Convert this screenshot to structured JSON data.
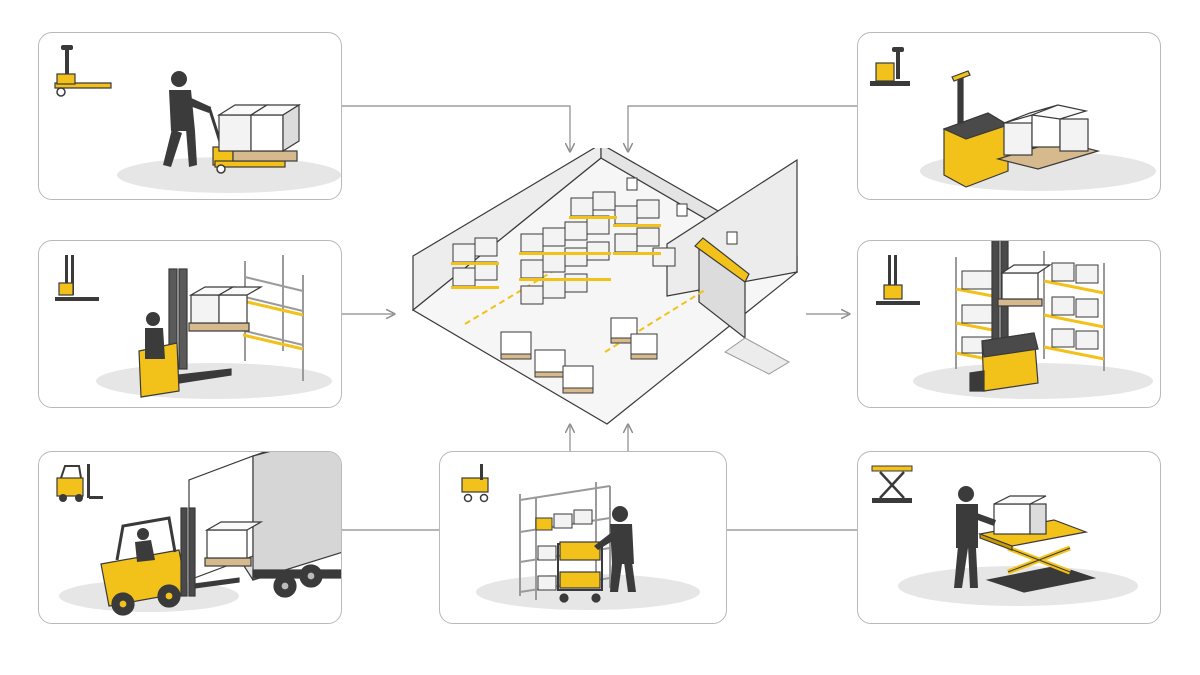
{
  "diagram": {
    "center": {
      "name": "warehouse-illustration"
    },
    "panels": [
      {
        "id": "hand-pallet-truck",
        "equipment_icon": "hand-pallet-jack-icon",
        "scene": "worker-pulling-pallet-jack"
      },
      {
        "id": "electric-pallet-truck",
        "equipment_icon": "electric-pallet-truck-icon",
        "scene": "electric-pallet-truck-with-boxes"
      },
      {
        "id": "stacker",
        "equipment_icon": "pallet-stacker-icon",
        "scene": "operator-stacking-pallet-onto-rack"
      },
      {
        "id": "reach-truck",
        "equipment_icon": "reach-truck-icon",
        "scene": "reach-truck-in-racking-aisle"
      },
      {
        "id": "counterbalance-forklift",
        "equipment_icon": "forklift-icon",
        "scene": "forklift-loading-truck-trailer"
      },
      {
        "id": "picking-cart",
        "equipment_icon": "picking-trolley-icon",
        "scene": "worker-picking-from-shelves"
      },
      {
        "id": "scissor-lift-table",
        "equipment_icon": "scissor-lift-icon",
        "scene": "worker-on-scissor-lift-table"
      }
    ],
    "colors": {
      "accent": "#f2c21b",
      "accent_dark": "#c99a00",
      "outline": "#3a3a3a",
      "panel_border": "#b9b9b9",
      "connector": "#8a8a8a",
      "floor_shadow": "#e6e6e6",
      "box_fill": "#f3f3f3",
      "wall_fill": "#ededed",
      "figure": "#3b3b3b"
    }
  }
}
